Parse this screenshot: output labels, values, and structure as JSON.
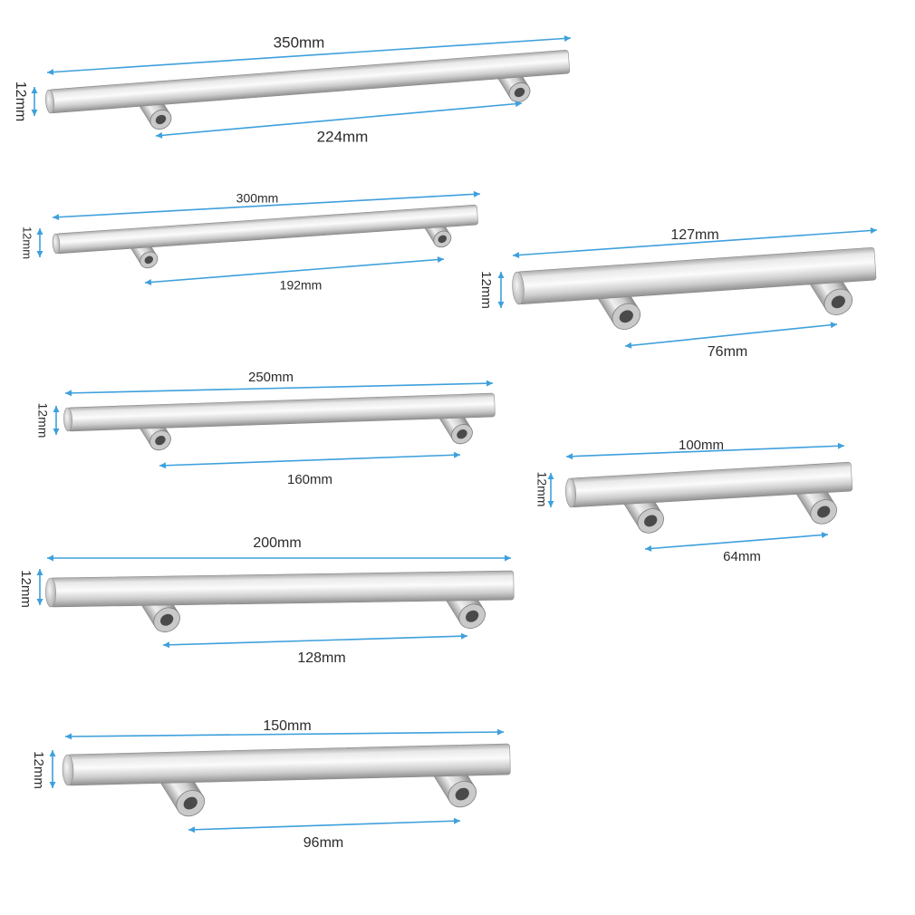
{
  "colors": {
    "dimension_line": "#3ea0dc",
    "metal_light": "#f2f2f2",
    "metal_mid": "#cfcfcf",
    "metal_dark": "#8e8e8e",
    "text": "#2b2b2b"
  },
  "handles": [
    {
      "id": "350",
      "length_label": "350mm",
      "hole_label": "224mm",
      "diameter_label": "12mm"
    },
    {
      "id": "300",
      "length_label": "300mm",
      "hole_label": "192mm",
      "diameter_label": "12mm"
    },
    {
      "id": "127",
      "length_label": "127mm",
      "hole_label": "76mm",
      "diameter_label": "12mm"
    },
    {
      "id": "250",
      "length_label": "250mm",
      "hole_label": "160mm",
      "diameter_label": "12mm"
    },
    {
      "id": "100",
      "length_label": "100mm",
      "hole_label": "64mm",
      "diameter_label": "12mm"
    },
    {
      "id": "200",
      "length_label": "200mm",
      "hole_label": "128mm",
      "diameter_label": "12mm"
    },
    {
      "id": "150",
      "length_label": "150mm",
      "hole_label": "96mm",
      "diameter_label": "12mm"
    }
  ]
}
